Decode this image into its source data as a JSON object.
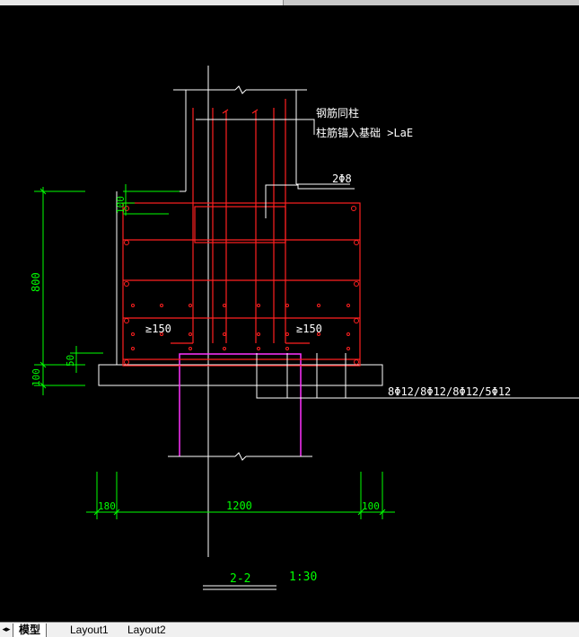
{
  "labels": {
    "note_line1": "钢筋同柱",
    "note_line2": "柱筋锚入基础 >LaE",
    "stirrup": "2Φ8",
    "dim_100_top": "100",
    "dim_800": "800",
    "dim_50": "50",
    "dim_100_bottom": "100",
    "spacing_left": "≥150",
    "spacing_right": "≥150",
    "bottom_rebar": "8Φ12/8Φ12/8Φ12/5Φ12",
    "dim_180": "180",
    "dim_1200": "1200",
    "dim_100_right": "100",
    "section": "2-2",
    "scale": "1:30"
  },
  "tabs": {
    "model": "模型",
    "layout1": "Layout1",
    "layout2": "Layout2"
  },
  "colors": {
    "background": "#000000",
    "outline": "#ffffff",
    "rebar": "#ff2020",
    "dimension": "#00ff00",
    "pile": "#ff33ff"
  }
}
